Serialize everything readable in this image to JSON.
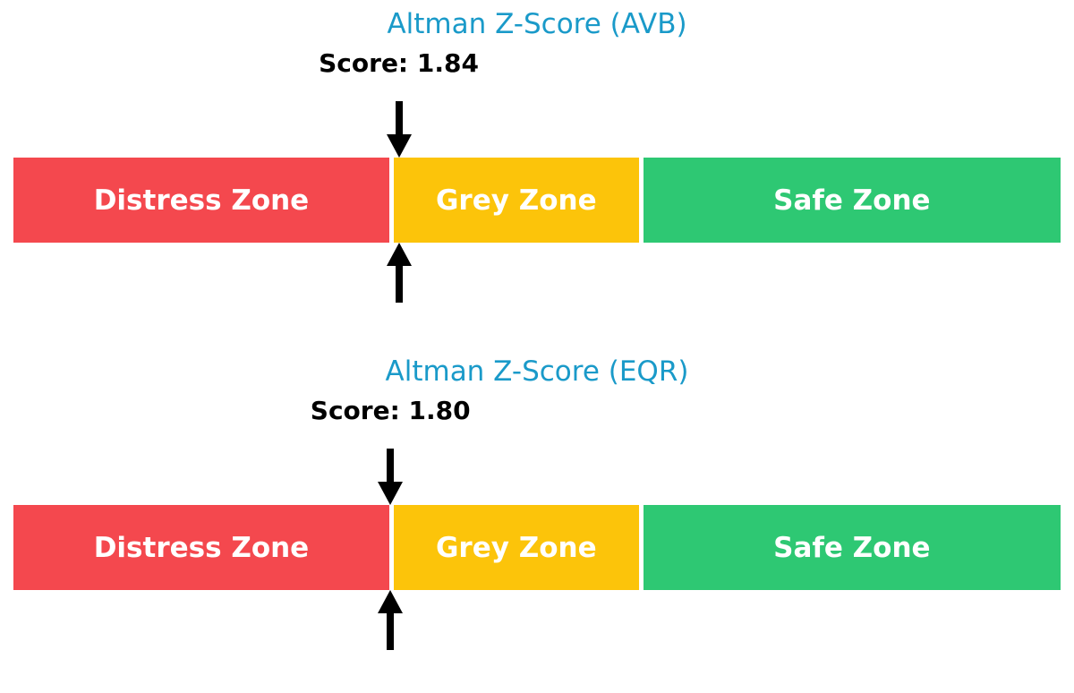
{
  "background": "#ffffff",
  "scale": {
    "min": 0,
    "max": 5
  },
  "zones": [
    {
      "label": "Distress Zone",
      "color": "#F4484E",
      "range": [
        0,
        1.81
      ]
    },
    {
      "label": "Grey Zone",
      "color": "#FCC40A",
      "range": [
        1.81,
        2.99
      ]
    },
    {
      "label": "Safe Zone",
      "color": "#2EC873",
      "range": [
        2.99,
        5
      ]
    }
  ],
  "charts": [
    {
      "title": "Altman Z-Score (AVB)",
      "score": 1.84,
      "score_label": "Score: 1.84"
    },
    {
      "title": "Altman Z-Score (EQR)",
      "score": 1.8,
      "score_label": "Score: 1.80"
    }
  ],
  "colors": {
    "title_text": "#1A9AC9",
    "score_text": "#000000",
    "zone_text": "#ffffff",
    "arrow": "#000000"
  },
  "chart_data": [
    {
      "type": "bar",
      "subtype": "gauge-band",
      "title": "Altman Z-Score (AVB)",
      "orientation": "horizontal",
      "axis_range": [
        0,
        5
      ],
      "grid": false,
      "legend": false,
      "zones": [
        {
          "label": "Distress Zone",
          "start": 0,
          "end": 1.81,
          "color": "#F4484E"
        },
        {
          "label": "Grey Zone",
          "start": 1.81,
          "end": 2.99,
          "color": "#FCC40A"
        },
        {
          "label": "Safe Zone",
          "start": 2.99,
          "end": 5,
          "color": "#2EC873"
        }
      ],
      "marker": {
        "value": 1.84,
        "label": "Score: 1.84",
        "style": "double-black-arrow",
        "zone": "Grey Zone"
      }
    },
    {
      "type": "bar",
      "subtype": "gauge-band",
      "title": "Altman Z-Score (EQR)",
      "orientation": "horizontal",
      "axis_range": [
        0,
        5
      ],
      "grid": false,
      "legend": false,
      "zones": [
        {
          "label": "Distress Zone",
          "start": 0,
          "end": 1.81,
          "color": "#F4484E"
        },
        {
          "label": "Grey Zone",
          "start": 1.81,
          "end": 2.99,
          "color": "#FCC40A"
        },
        {
          "label": "Safe Zone",
          "start": 2.99,
          "end": 5,
          "color": "#2EC873"
        }
      ],
      "marker": {
        "value": 1.8,
        "label": "Score: 1.80",
        "style": "double-black-arrow",
        "zone": "Distress Zone"
      }
    }
  ]
}
